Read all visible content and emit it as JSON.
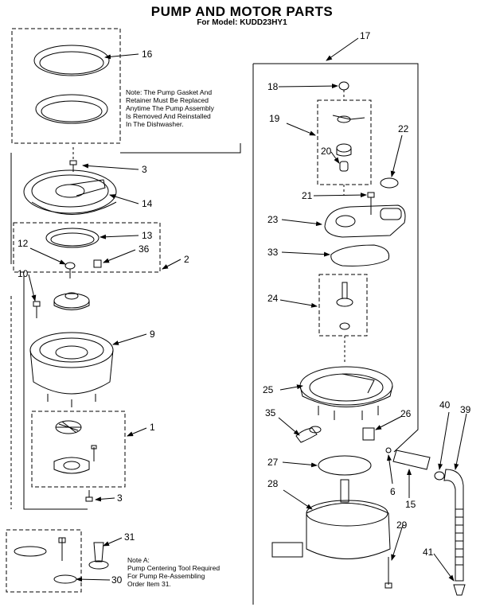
{
  "header": {
    "title": "PUMP AND MOTOR PARTS",
    "subtitle": "For Model: KUDD23HY1"
  },
  "notes": {
    "gasket_lines": [
      "Note: The Pump Gasket   And",
      "Retainer Must Be Replaced",
      "Anytime The Pump Assembly",
      "Is  Removed And Reinstalled",
      "In The Dishwasher."
    ],
    "centering_lines": [
      "Note A:",
      "Pump Centering Tool Required",
      "For Pump Re-Assembling",
      "Order Item 31."
    ]
  },
  "callouts": {
    "c1": "1",
    "c2": "2",
    "c3a": "3",
    "c3b": "3",
    "c6": "6",
    "c9": "9",
    "c10": "10",
    "c12": "12",
    "c13": "13",
    "c14": "14",
    "c15": "15",
    "c16": "16",
    "c17": "17",
    "c18": "18",
    "c19": "19",
    "c20": "20",
    "c21": "21",
    "c22": "22",
    "c23": "23",
    "c24": "24",
    "c25": "25",
    "c26": "26",
    "c27": "27",
    "c28": "28",
    "c29": "29",
    "c30": "30",
    "c31": "31",
    "c33": "33",
    "c35": "35",
    "c36": "36",
    "c39": "39",
    "c40": "40",
    "c41": "41"
  }
}
